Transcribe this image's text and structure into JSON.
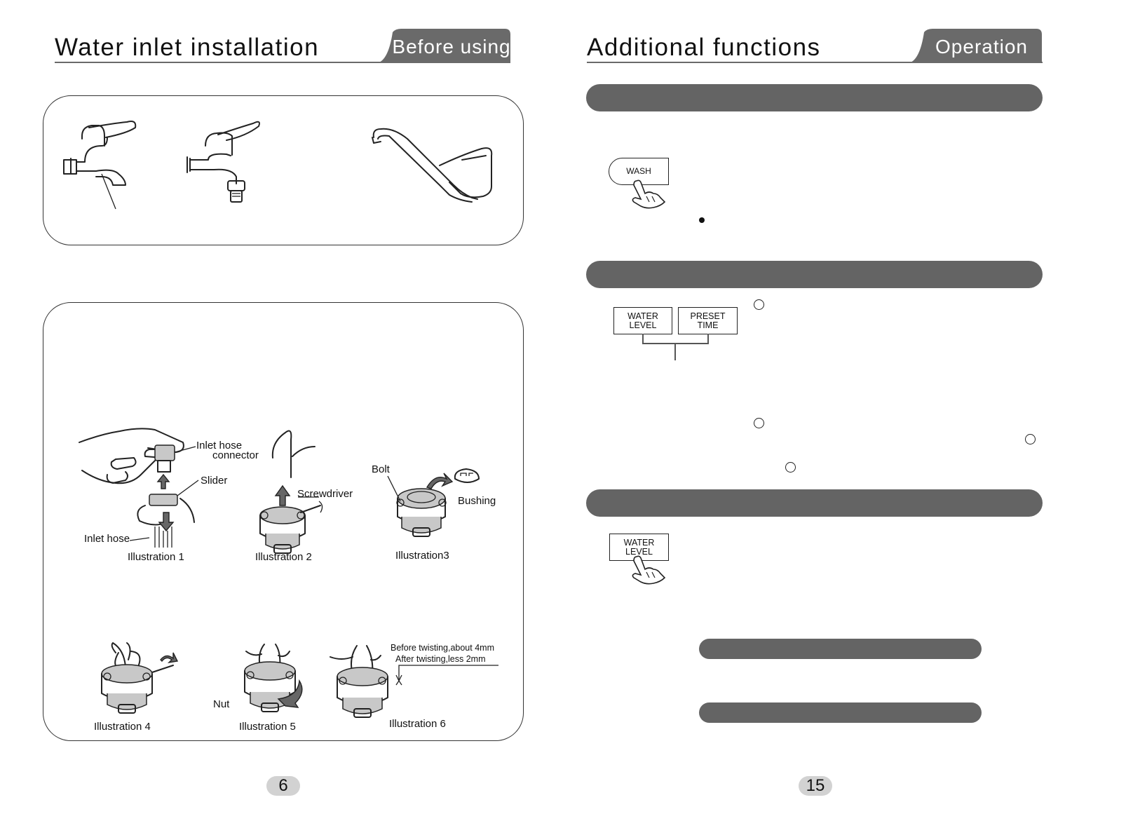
{
  "left_page": {
    "title": "Water inlet installation",
    "section_tab": "Before  using",
    "page_number": "6",
    "illustration_labels": {
      "inlet_hose_connector_line1": "Inlet hose",
      "inlet_hose_connector_line2": "connector",
      "slider": "Slider",
      "inlet_hose": "Inlet hose",
      "illustration_1": "Illustration 1",
      "screwdriver": "Screwdriver",
      "illustration_2": "Illustration 2",
      "bolt": "Bolt",
      "bushing": "Bushing",
      "illustration_3": "Illustration3",
      "illustration_4": "Illustration 4",
      "nut": "Nut",
      "illustration_5": "Illustration 5",
      "before_twisting": "Before twisting,about 4mm",
      "after_twisting": "After twisting,less 2mm",
      "illustration_6": "Illustration 6"
    }
  },
  "right_page": {
    "title": "Additional functions",
    "section_tab": "Operation",
    "page_number": "15",
    "buttons": {
      "wash": "WASH",
      "water_level_1": "WATER",
      "water_level_2": "LEVEL",
      "preset_time_1": "PRESET",
      "preset_time_2": "TIME",
      "water_level_b_1": "WATER",
      "water_level_b_2": "LEVEL"
    }
  },
  "colors": {
    "bar": "#646464",
    "tab": "#6a6a6a",
    "page_number_bg": "#d2d2d2"
  }
}
